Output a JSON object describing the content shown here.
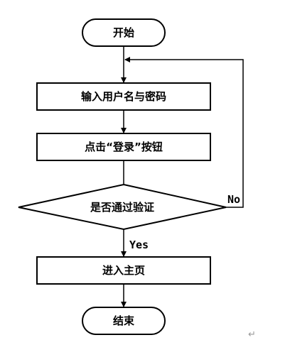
{
  "diagram": {
    "nodes": {
      "start": "开始",
      "input": "输入用户名与密码",
      "click": "点击“登录”按钮",
      "check": "是否通过验证",
      "enter": "进入主页",
      "end": "结束"
    },
    "edges": {
      "no": "No",
      "yes": "Yes"
    },
    "paragraph_mark": "↵"
  }
}
